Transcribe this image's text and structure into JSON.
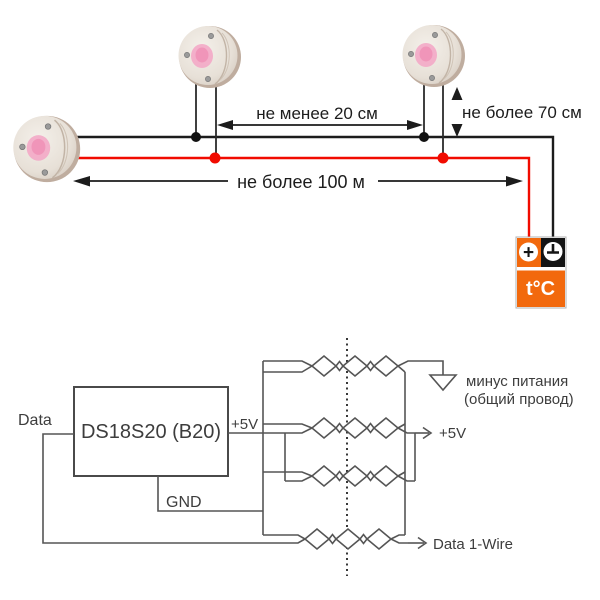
{
  "colors": {
    "wire_plus_red": "#f10b00",
    "wire_minus_black": "#1c1c1c",
    "connector_orange": "#f2690d",
    "connector_black": "#141414"
  },
  "top_diagram": {
    "dim_min_20cm": "не менее 20 см",
    "dim_max_70cm": "не более 70 см",
    "dim_max_100m": "не более 100 м",
    "connector": {
      "plus_label": "+",
      "temp_label": "t°C"
    }
  },
  "bottom_diagram": {
    "chip_label": "DS18S20 (B20)",
    "pin_data_label": "Data",
    "pin_5v_label": "+5V",
    "pin_gnd_label": "GND",
    "out_minus_label_line1": "минус питания",
    "out_minus_label_line2": "(общий провод)",
    "out_5v_label": "+5V",
    "out_data_label": "Data 1-Wire"
  }
}
